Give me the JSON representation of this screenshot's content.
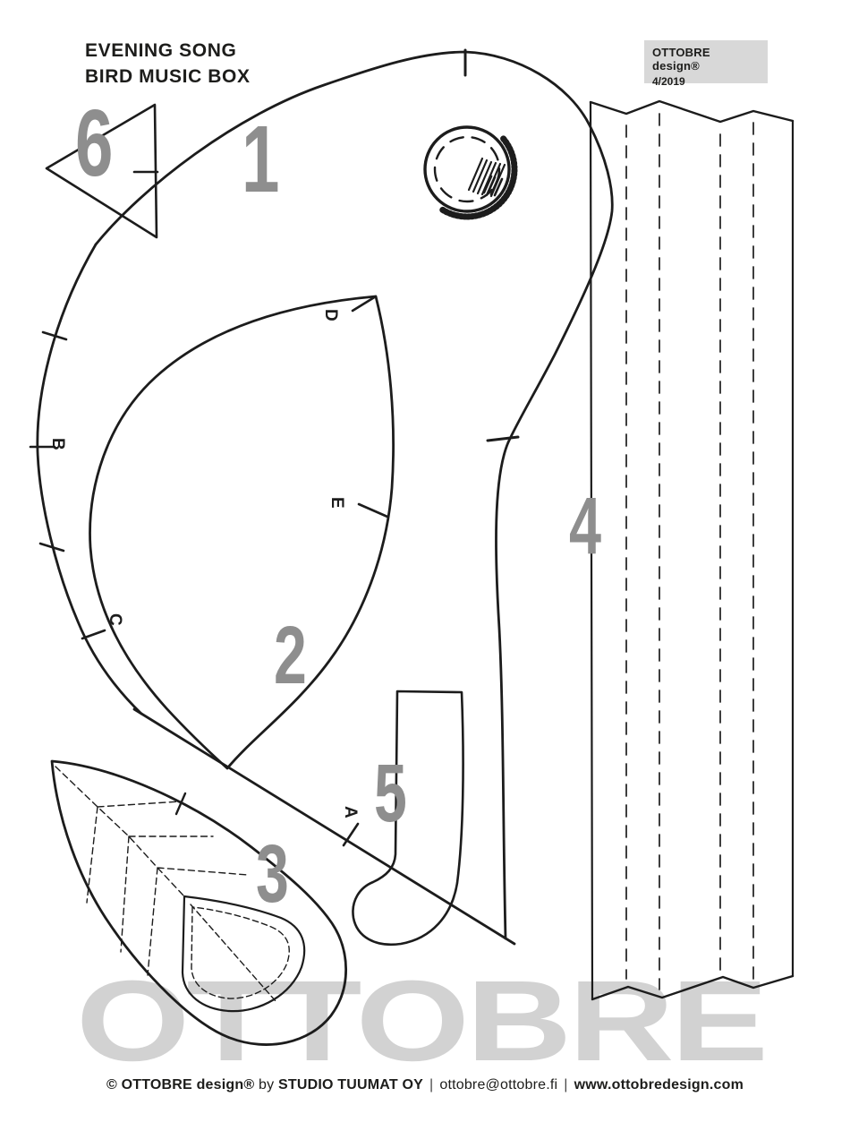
{
  "header": {
    "title_line1": "EVENING SONG",
    "title_line2": "BIRD MUSIC BOX"
  },
  "issue_box": {
    "brand": "OTTOBRE design®",
    "issue": "4/2019"
  },
  "piece_numbers": {
    "p1": "1",
    "p2": "2",
    "p3": "3",
    "p4": "4",
    "p5": "5",
    "p6": "6"
  },
  "notch_labels": {
    "a": "A",
    "b": "B",
    "c": "C",
    "d": "D",
    "e": "E"
  },
  "watermark": "OTTOBRE",
  "footer": {
    "copyright": "© OTTOBRE design®",
    "by": "by",
    "studio": "STUDIO TUUMAT OY",
    "separator": "|",
    "email": "ottobre@ottobre.fi",
    "website": "www.ottobredesign.com"
  },
  "colors": {
    "line": "#1c1c1c",
    "numeral_gray": "#8e8e8e",
    "watermark_gray": "#d2d2d2",
    "issue_box_bg": "#d8d8d8"
  }
}
